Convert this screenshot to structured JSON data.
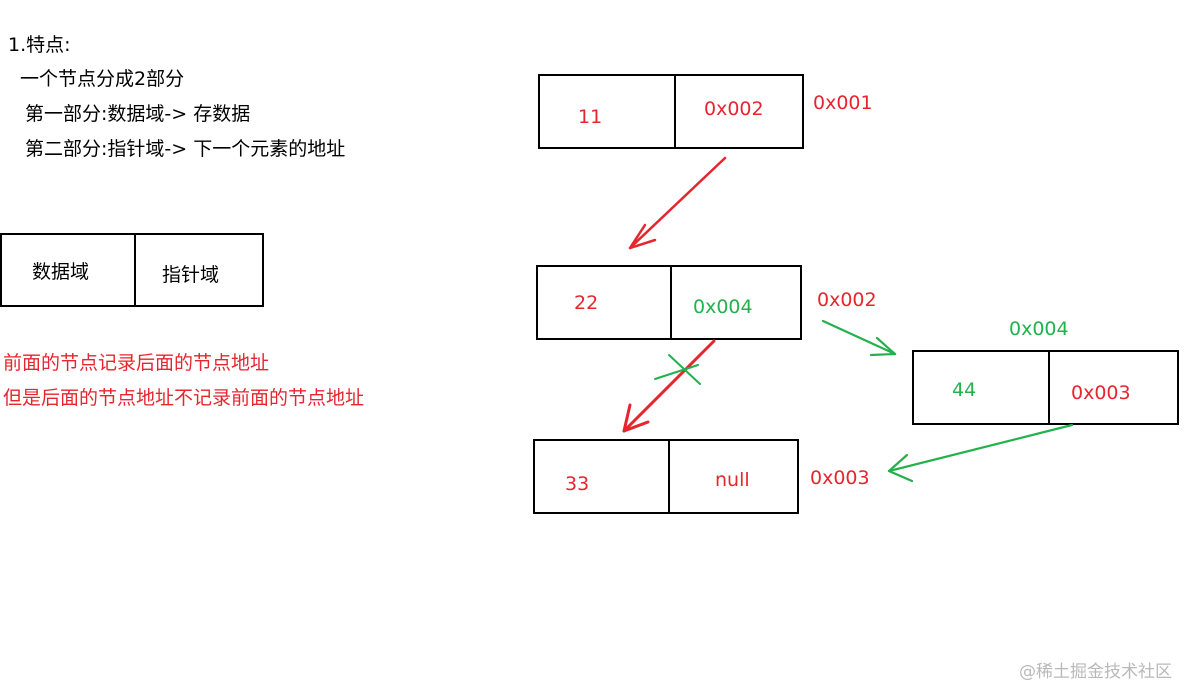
{
  "notes": {
    "heading": "1.特点:",
    "line1": "一个节点分成2部分",
    "line2": "第一部分:数据域-> 存数据",
    "line3": "第二部分:指针域-> 下一个元素的地址"
  },
  "legend_node": {
    "data_label": "数据域",
    "pointer_label": "指针域"
  },
  "remarks": {
    "line1": "前面的节点记录后面的节点地址",
    "line2": "但是后面的节点地址不记录前面的节点地址"
  },
  "nodes": [
    {
      "data": "11",
      "pointer": "0x002",
      "address": "0x001"
    },
    {
      "data": "22",
      "pointer": "0x004",
      "address": "0x002"
    },
    {
      "data": "33",
      "pointer": "null",
      "address": "0x003"
    },
    {
      "data": "44",
      "pointer": "0x003",
      "address": "0x004"
    }
  ],
  "colors": {
    "red": "#e5262f",
    "green": "#22b14c",
    "border": "#000000"
  },
  "watermark": "@稀土掘金技术社区"
}
